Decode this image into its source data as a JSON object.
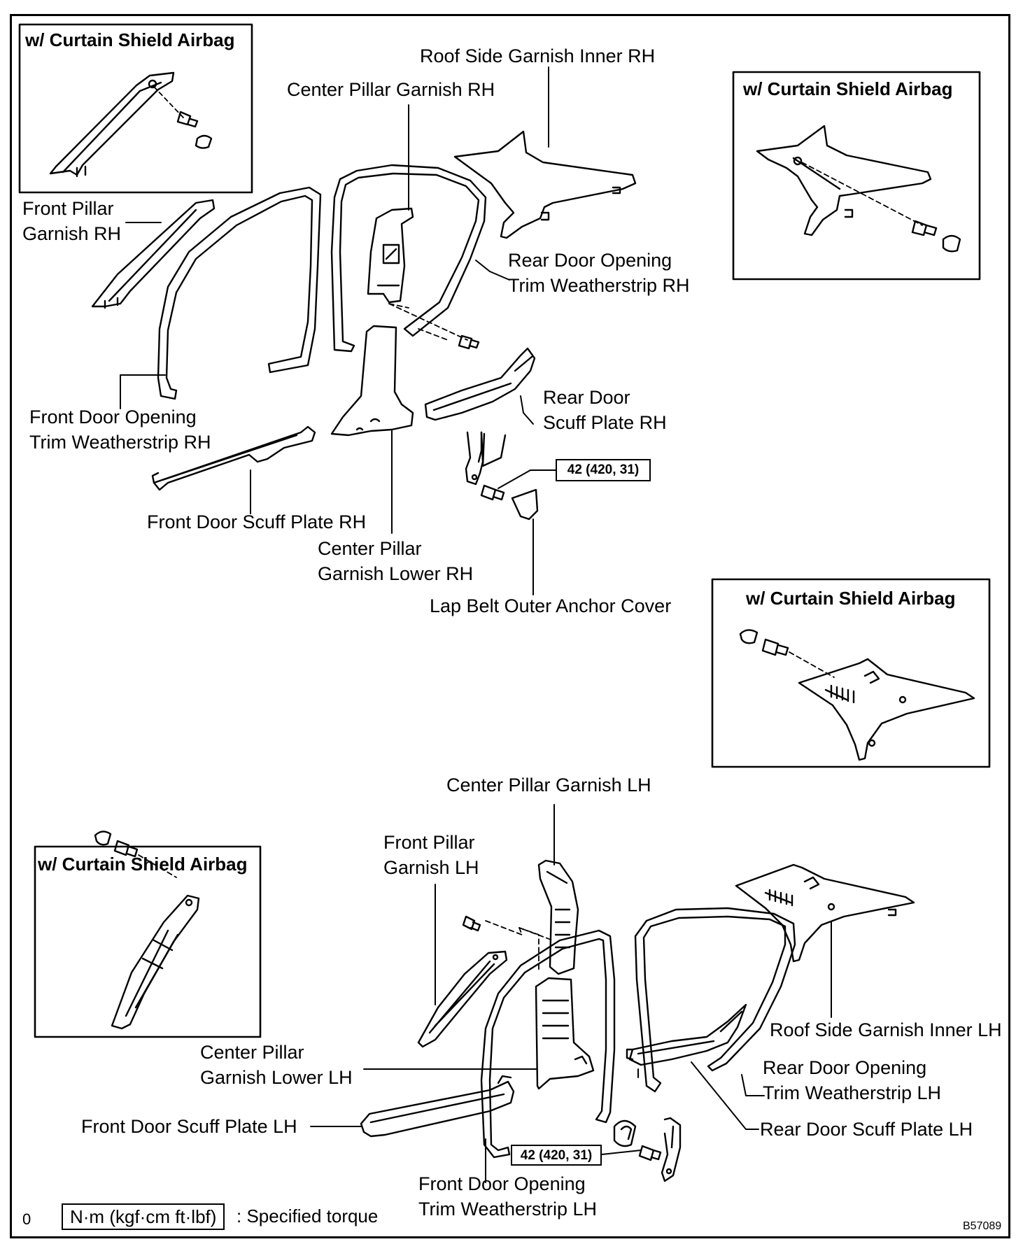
{
  "insets": [
    {
      "title": "w/ Curtain Shield Airbag"
    },
    {
      "title": "w/ Curtain Shield Airbag"
    },
    {
      "title": "w/ Curtain Shield Airbag"
    },
    {
      "title": "w/ Curtain Shield Airbag"
    }
  ],
  "labels": {
    "roof_side_rh": "Roof Side Garnish Inner RH",
    "center_pillar_rh": "Center Pillar Garnish RH",
    "front_pillar_rh_1": "Front Pillar",
    "front_pillar_rh_2": "Garnish RH",
    "rear_door_weather_rh_1": "Rear Door Opening",
    "rear_door_weather_rh_2": "Trim Weatherstrip RH",
    "rear_scuff_rh_1": "Rear Door",
    "rear_scuff_rh_2": "Scuff Plate RH",
    "front_door_weather_rh_1": "Front Door Opening",
    "front_door_weather_rh_2": "Trim Weatherstrip RH",
    "front_scuff_rh": "Front Door Scuff Plate RH",
    "center_lower_rh_1": "Center Pillar",
    "center_lower_rh_2": "Garnish Lower RH",
    "lap_belt_cover": "Lap Belt Outer Anchor Cover",
    "center_pillar_lh": "Center Pillar Garnish LH",
    "front_pillar_lh_1": "Front Pillar",
    "front_pillar_lh_2": "Garnish LH",
    "roof_side_lh": "Roof Side Garnish Inner LH",
    "center_lower_lh_1": "Center Pillar",
    "center_lower_lh_2": "Garnish Lower LH",
    "rear_door_weather_lh_1": "Rear Door Opening",
    "rear_door_weather_lh_2": "Trim Weatherstrip LH",
    "front_scuff_lh": "Front Door Scuff Plate LH",
    "rear_scuff_lh": "Rear Door Scuff Plate LH",
    "front_door_weather_lh_1": "Front Door Opening",
    "front_door_weather_lh_2": "Trim Weatherstrip LH"
  },
  "torque": {
    "rh": "42 (420, 31)",
    "lh": "42 (420, 31)"
  },
  "legend": {
    "unit": "N·m (kgf·cm ft·lbf)",
    "text": ": Specified torque",
    "marker": "0"
  },
  "figure_id": "B57089"
}
